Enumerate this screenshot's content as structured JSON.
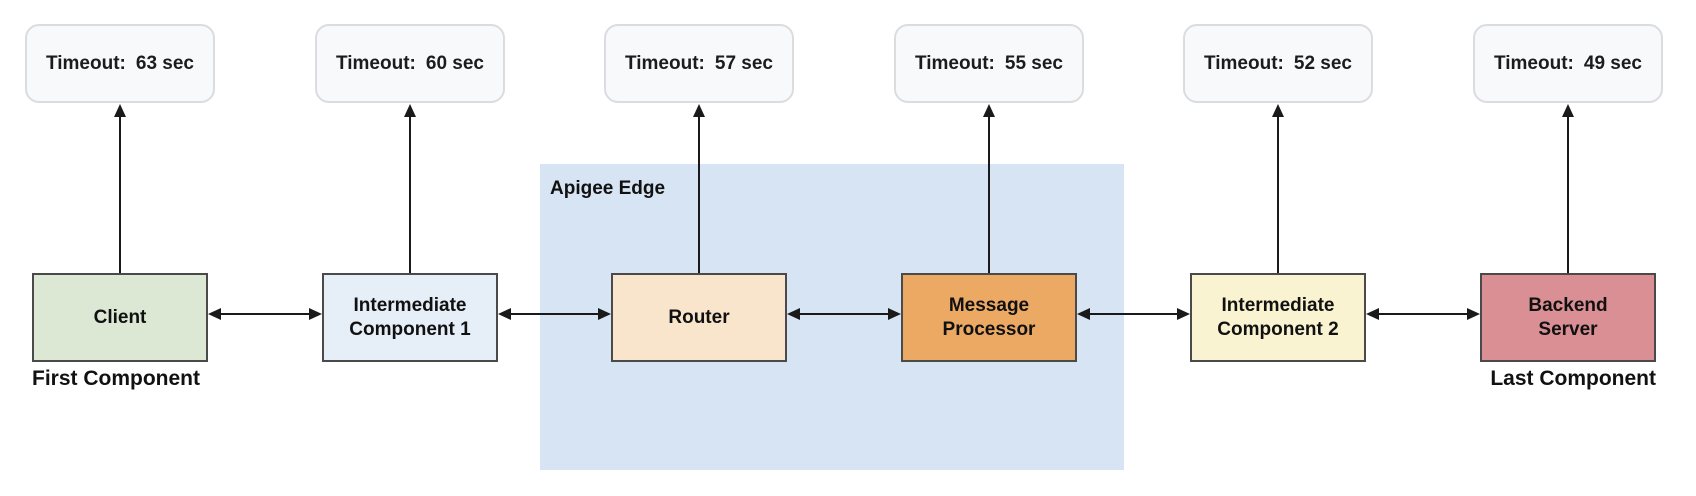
{
  "diagram": {
    "apigee_group": {
      "label": "Apigee Edge",
      "fill": "#d7e4f3"
    },
    "captions": {
      "first": "First Component",
      "last": "Last Component"
    },
    "columns": [
      {
        "id": "client",
        "timeout_label": "Timeout:",
        "timeout_value": "63 sec",
        "label": "Client",
        "fill": "#dce8d3",
        "inside_apigee": false
      },
      {
        "id": "intermediate-component-1",
        "timeout_label": "Timeout:",
        "timeout_value": "60 sec",
        "label": "Intermediate\nComponent 1",
        "fill": "#e6eef8",
        "inside_apigee": false
      },
      {
        "id": "router",
        "timeout_label": "Timeout:",
        "timeout_value": "57 sec",
        "label": "Router",
        "fill": "#f9e4cc",
        "inside_apigee": true
      },
      {
        "id": "message-processor",
        "timeout_label": "Timeout:",
        "timeout_value": "55 sec",
        "label": "Message\nProcessor",
        "fill": "#eca964",
        "inside_apigee": true
      },
      {
        "id": "intermediate-component-2",
        "timeout_label": "Timeout:",
        "timeout_value": "52 sec",
        "label": "Intermediate\nComponent 2",
        "fill": "#faf3d1",
        "inside_apigee": false
      },
      {
        "id": "backend-server",
        "timeout_label": "Timeout:",
        "timeout_value": "49 sec",
        "label": "Backend\nServer",
        "fill": "#d98f93",
        "inside_apigee": false
      }
    ],
    "colors": {
      "timeout_fill": "#f8f9fa",
      "timeout_border": "#dadce0",
      "component_border": "#4a4a4a",
      "arrow": "#1a1a1a"
    }
  }
}
